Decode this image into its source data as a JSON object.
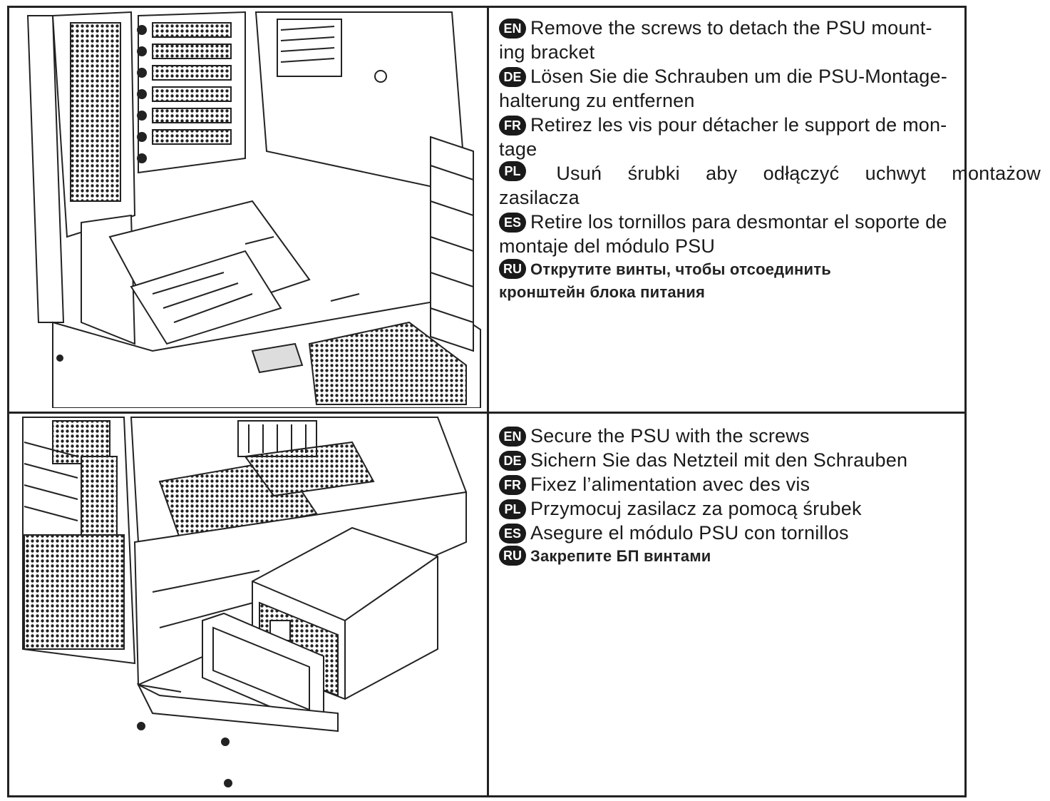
{
  "panel1": {
    "en": {
      "badge": "EN",
      "line1": "Remove the screws to detach the PSU mount-",
      "line2": "ing bracket"
    },
    "de": {
      "badge": "DE",
      "line1": "Lösen Sie die Schrauben um die PSU-Montage-",
      "line2": "halterung zu entfernen"
    },
    "fr": {
      "badge": "FR",
      "line1": "Retirez les vis pour détacher le support de mon-",
      "line2": "tage"
    },
    "pl": {
      "badge": "PL",
      "words": [
        "Usuń",
        "śrubki",
        "aby",
        "odłączyć",
        "uchwyt",
        "montażow"
      ],
      "line2": "zasilacza"
    },
    "es": {
      "badge": "ES",
      "line1": "Retire los tornillos para desmontar el soporte de",
      "line2": "montaje del módulo PSU"
    },
    "ru": {
      "badge": "RU",
      "line1": "Открутите винты, чтобы отсоединить",
      "line2": "кронштейн блока питания"
    }
  },
  "panel2": {
    "en": {
      "badge": "EN",
      "text": "Secure the PSU with the screws"
    },
    "de": {
      "badge": "DE",
      "text": "Sichern Sie das Netzteil mit den Schrauben"
    },
    "fr": {
      "badge": "FR",
      "text": "Fixez l’alimentation avec des vis"
    },
    "pl": {
      "badge": "PL",
      "text": "Przymocuj zasilacz za pomocą śrubek"
    },
    "es": {
      "badge": "ES",
      "text": "Asegure el módulo PSU con tornillos"
    },
    "ru": {
      "badge": "RU",
      "text": "Закрепите БП винтами"
    }
  }
}
